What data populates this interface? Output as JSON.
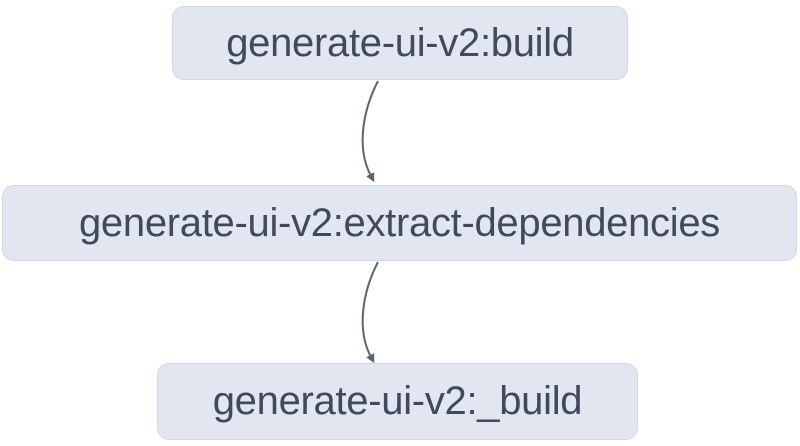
{
  "diagram": {
    "type": "task-dependency-graph",
    "background_color": "#ffffff",
    "node_fill_color": "#e2e6f1",
    "node_text_color": "#3f4a5c",
    "edge_color": "#5c6472",
    "nodes": [
      {
        "label": "generate-ui-v2:build"
      },
      {
        "label": "generate-ui-v2:extract-dependencies"
      },
      {
        "label": "generate-ui-v2:_build"
      }
    ],
    "edges": [
      {
        "from": "generate-ui-v2:build",
        "to": "generate-ui-v2:extract-dependencies"
      },
      {
        "from": "generate-ui-v2:extract-dependencies",
        "to": "generate-ui-v2:_build"
      }
    ]
  }
}
